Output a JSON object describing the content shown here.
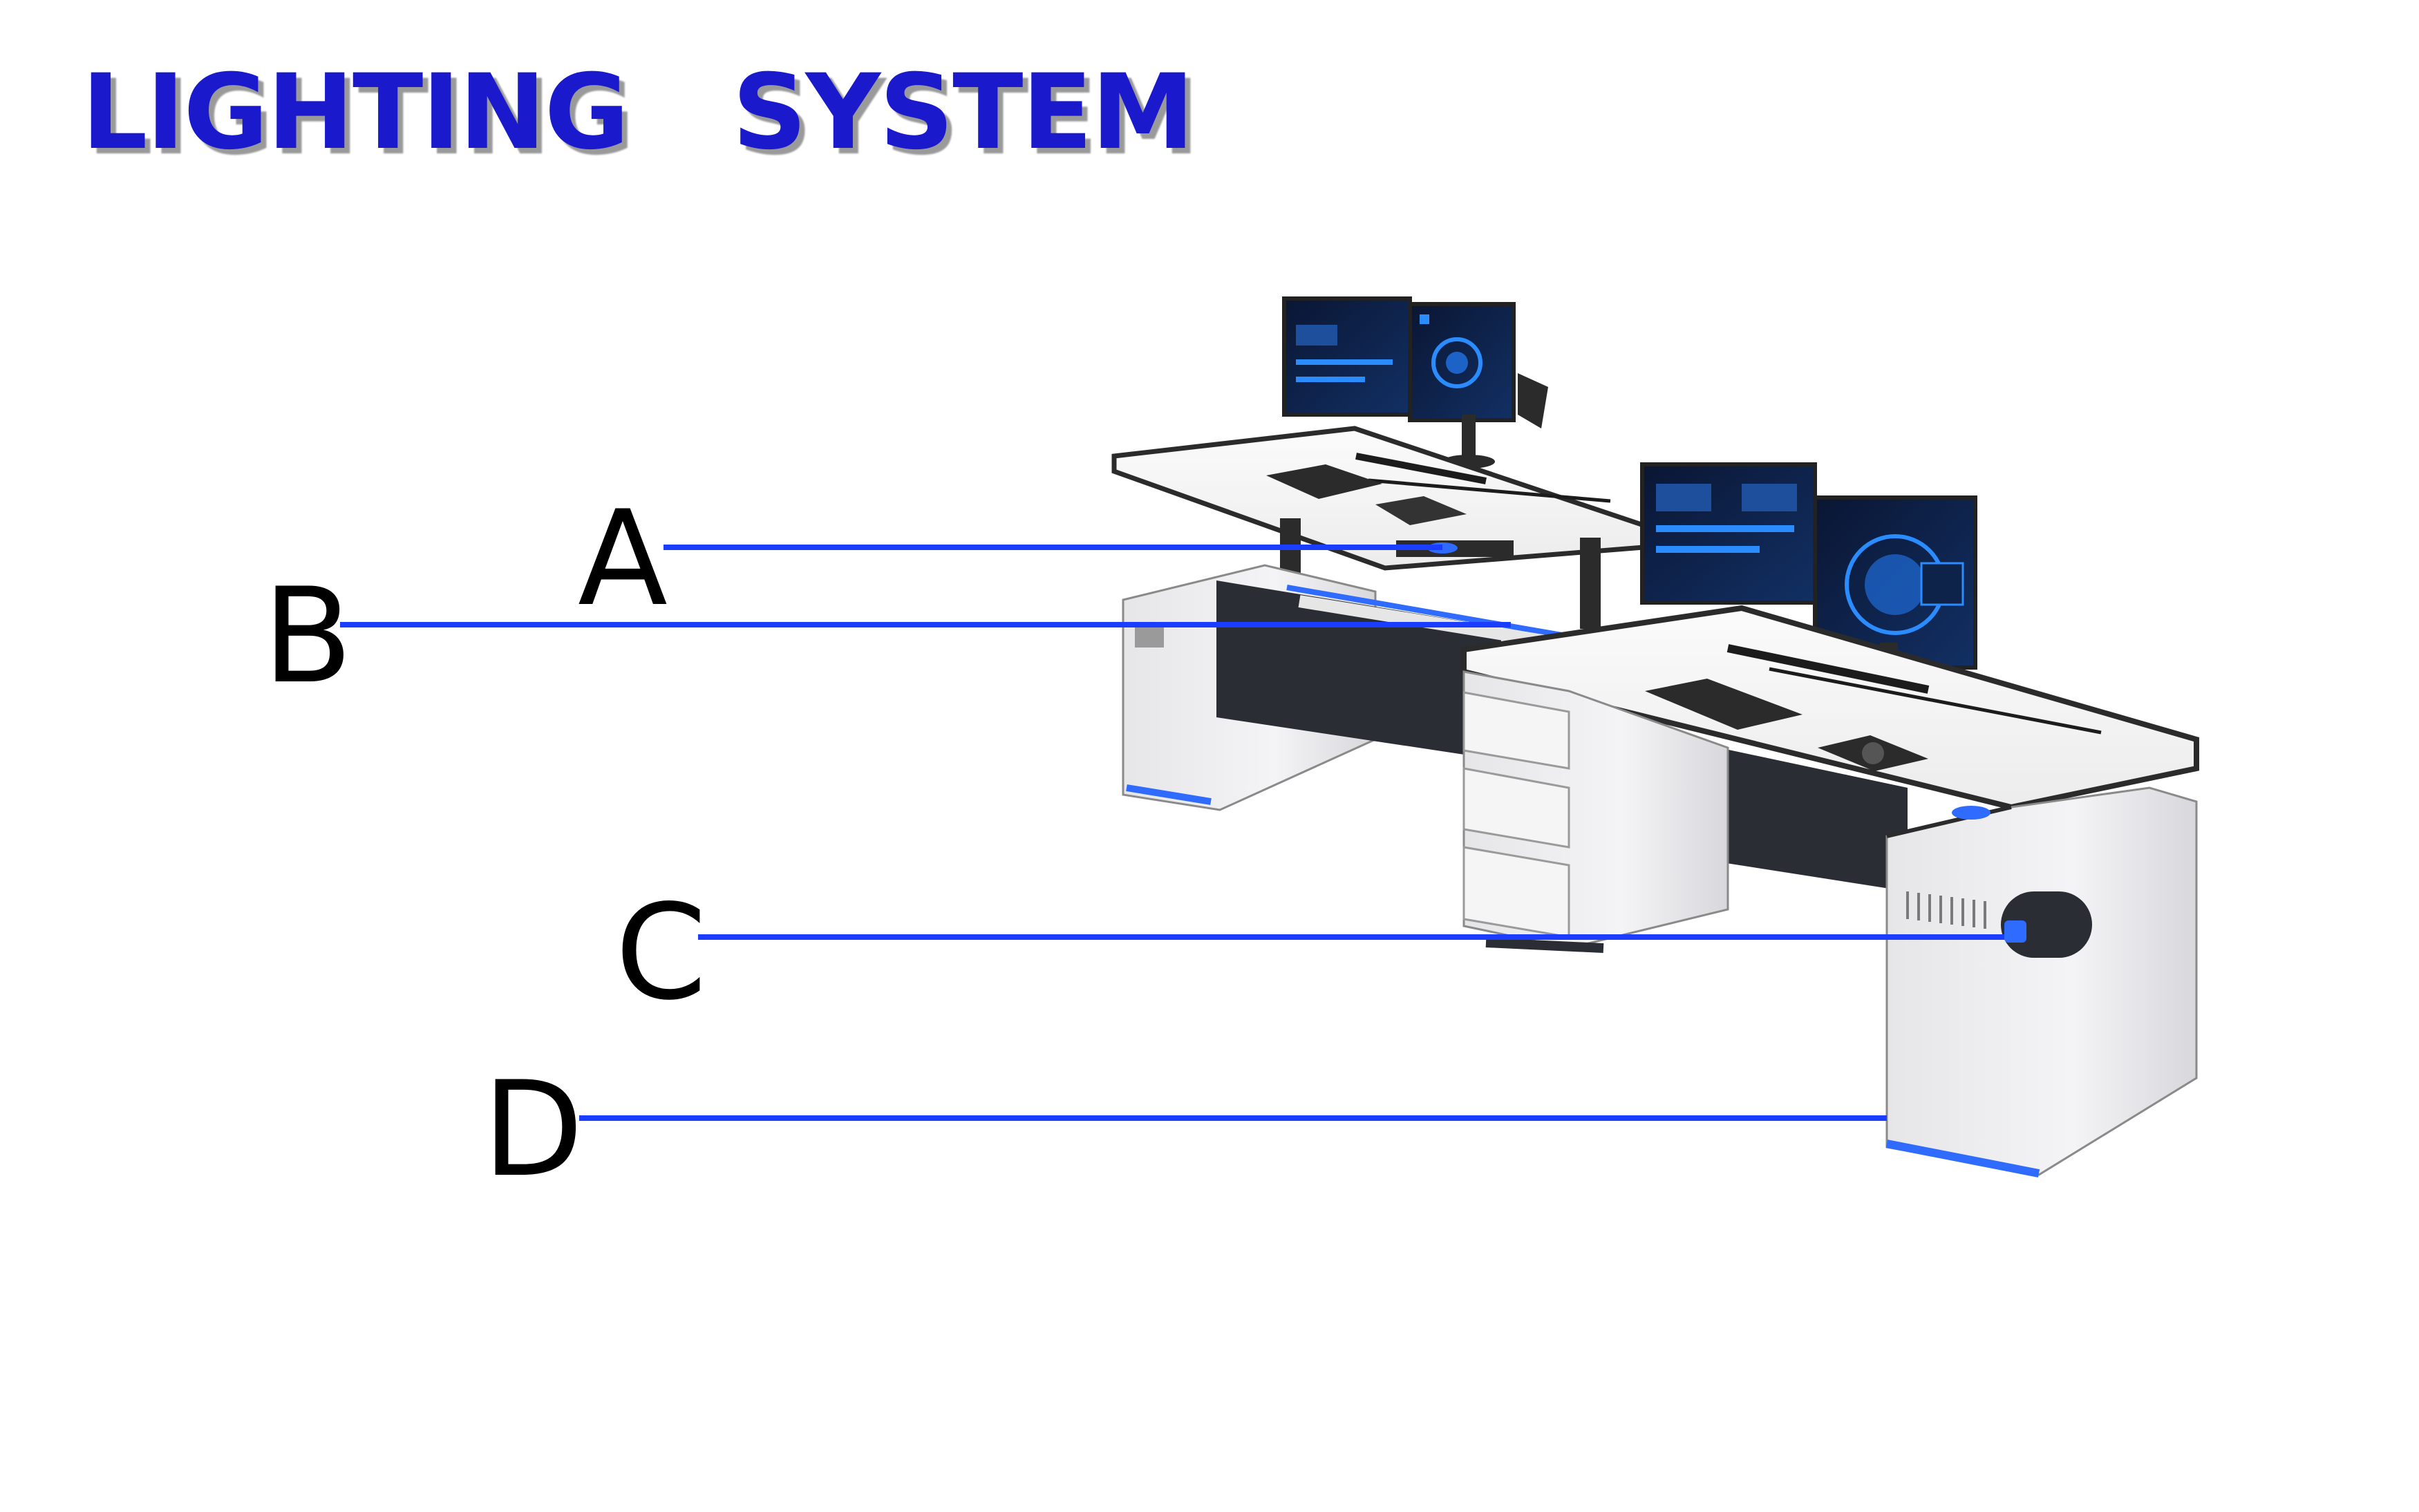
{
  "title": "LIGHTING   SYSTEM",
  "colors": {
    "title": "#1a1acc",
    "leader_line": "#1a3dff",
    "led_strip": "#2f6bff",
    "desk_white": "#f2f2f2",
    "desk_edge": "#2b2b2b",
    "panel_dark": "#2a2d33",
    "screen_dark": "#0d1a3a",
    "screen_glow": "#2a8cff"
  },
  "callouts": [
    {
      "label": "A"
    },
    {
      "label": "B"
    },
    {
      "label": "C"
    },
    {
      "label": "D"
    }
  ]
}
